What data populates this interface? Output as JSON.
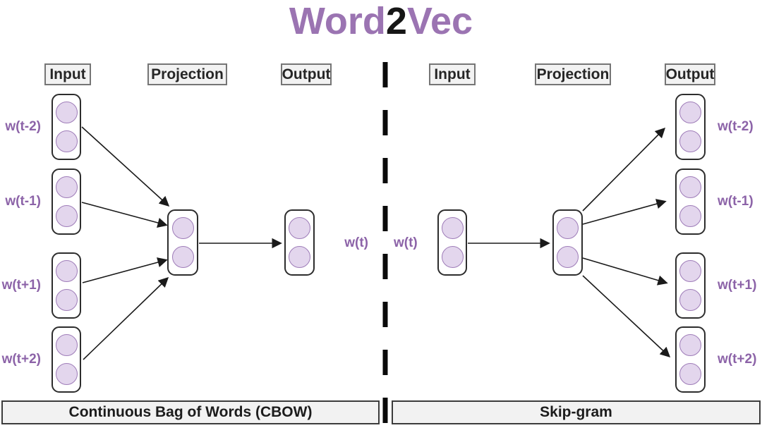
{
  "title": {
    "part1": "Word",
    "part2": "2",
    "part3": "Vec"
  },
  "colors": {
    "title_purple": "#9b74b2",
    "title_dark": "#161616",
    "label_purple": "#8c63a8",
    "neuron_fill": "#e3d6ed",
    "neuron_border": "#9e7cb8",
    "node_border": "#2d2d2d",
    "box_bg": "#f2f2f2",
    "hdr_border": "#757575",
    "caption_border": "#3c3c3c",
    "arrow_color": "#1a1a1a",
    "divider_color": "#0a0a0a"
  },
  "cbow": {
    "headers": [
      "Input",
      "Projection",
      "Output"
    ],
    "input_labels": [
      "w(t-2)",
      "w(t-1)",
      "w(t+1)",
      "w(t+2)"
    ],
    "output_label": "w(t)",
    "caption": "Continuous Bag of Words (CBOW)"
  },
  "skipgram": {
    "headers": [
      "Input",
      "Projection",
      "Output"
    ],
    "input_label": "w(t)",
    "output_labels": [
      "w(t-2)",
      "w(t-1)",
      "w(t+1)",
      "w(t+2)"
    ],
    "caption": "Skip-gram"
  }
}
